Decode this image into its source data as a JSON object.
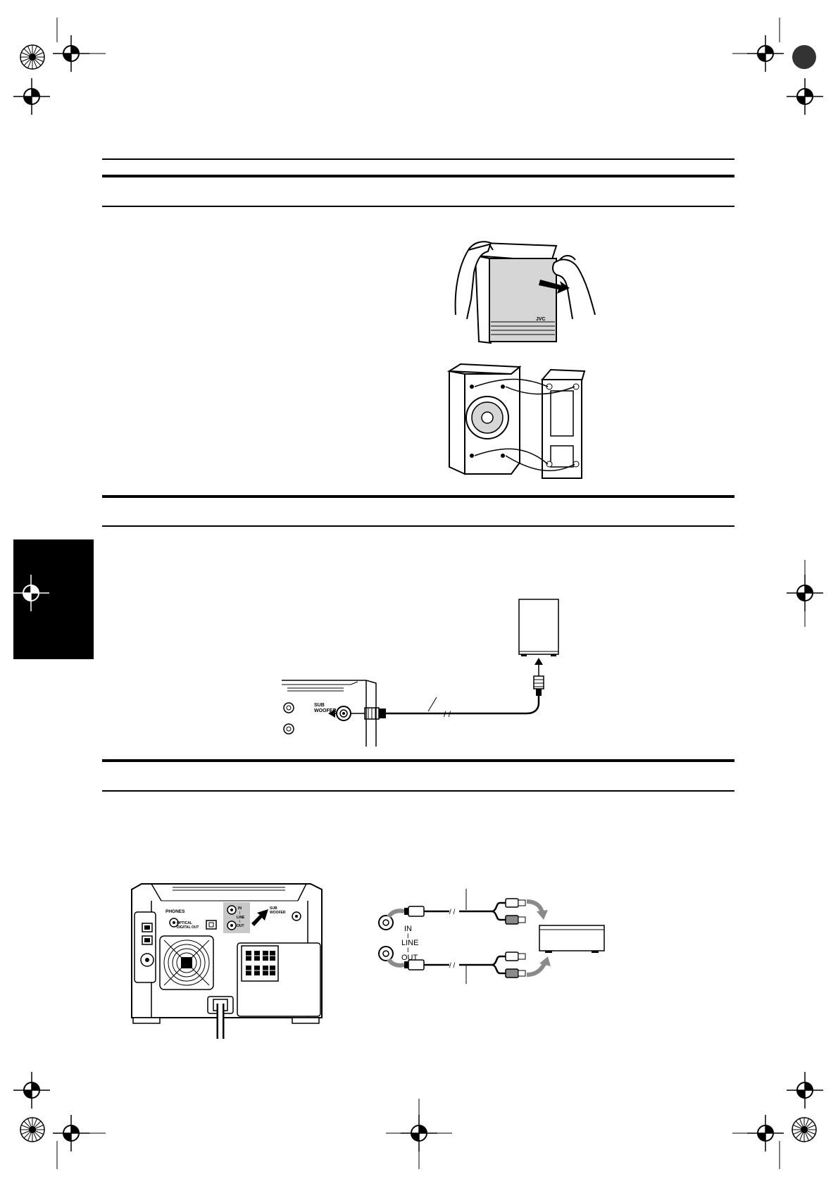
{
  "labels": {
    "sub_woofer_line1": "SUB",
    "sub_woofer_line2": "WOOFER",
    "phones": "PHONES",
    "optical_line1": "OPTICAL",
    "optical_line2": "DIGITAL OUT",
    "in": "IN",
    "line": "LINE",
    "out": "OUT"
  },
  "colors": {
    "ink": "#000000",
    "grille": "#d6d6d6",
    "highlight": "#c8c8c8",
    "arrow_grey": "#8a8a8a"
  },
  "icons": [
    "registration-mark-icon",
    "color-wheel-icon",
    "grey-disc-icon"
  ]
}
